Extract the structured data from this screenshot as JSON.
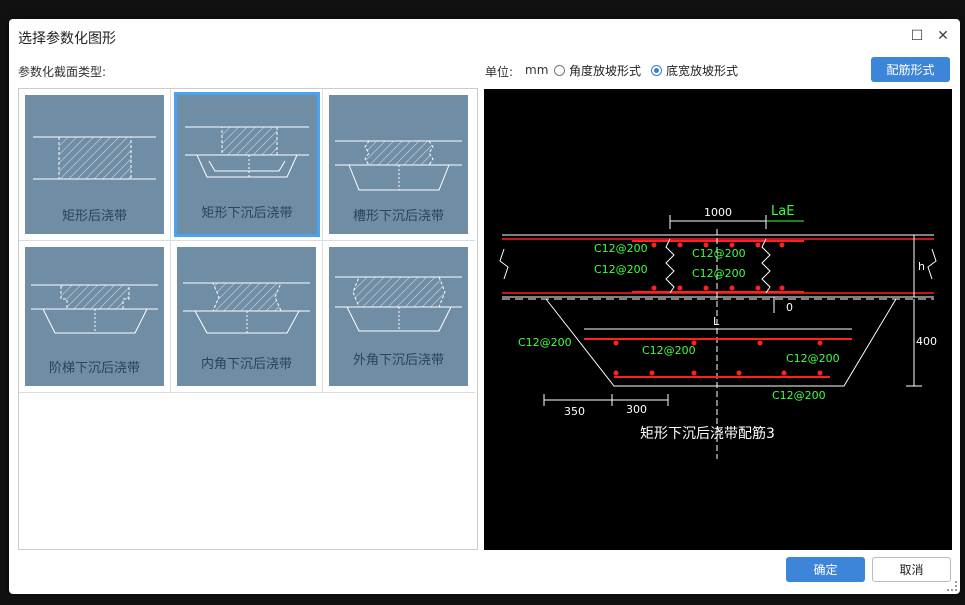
{
  "dialog": {
    "title": "选择参数化图形",
    "section_label": "参数化截面类型:",
    "unit_label": "单位:",
    "unit_value": "mm",
    "radio_options": [
      {
        "label": "角度放坡形式",
        "selected": false
      },
      {
        "label": "底宽放坡形式",
        "selected": true
      }
    ],
    "rebar_button": "配筋形式",
    "ok_button": "确定",
    "cancel_button": "取消"
  },
  "shapes": [
    {
      "label": "矩形后浇带",
      "selected": false
    },
    {
      "label": "矩形下沉后浇带",
      "selected": true
    },
    {
      "label": "槽形下沉后浇带",
      "selected": false
    },
    {
      "label": "阶梯下沉后浇带",
      "selected": false
    },
    {
      "label": "内角下沉后浇带",
      "selected": false
    },
    {
      "label": "外角下沉后浇带",
      "selected": false
    }
  ],
  "preview": {
    "caption": "矩形下沉后浇带配筋3",
    "dim_1000": "1000",
    "dim_LaE": "LaE",
    "dim_h": "h",
    "dim_0": "0",
    "dim_L": "L",
    "dim_400": "400",
    "dim_350": "350",
    "dim_300": "300",
    "rebar_labels": [
      "C12@200",
      "C12@200",
      "C12@200",
      "C12@200",
      "C12@200",
      "C12@200",
      "C12@200",
      "C12@200"
    ],
    "colors": {
      "rebar": "#ff2020",
      "label": "#40ff40",
      "dim": "#ffffff"
    }
  }
}
